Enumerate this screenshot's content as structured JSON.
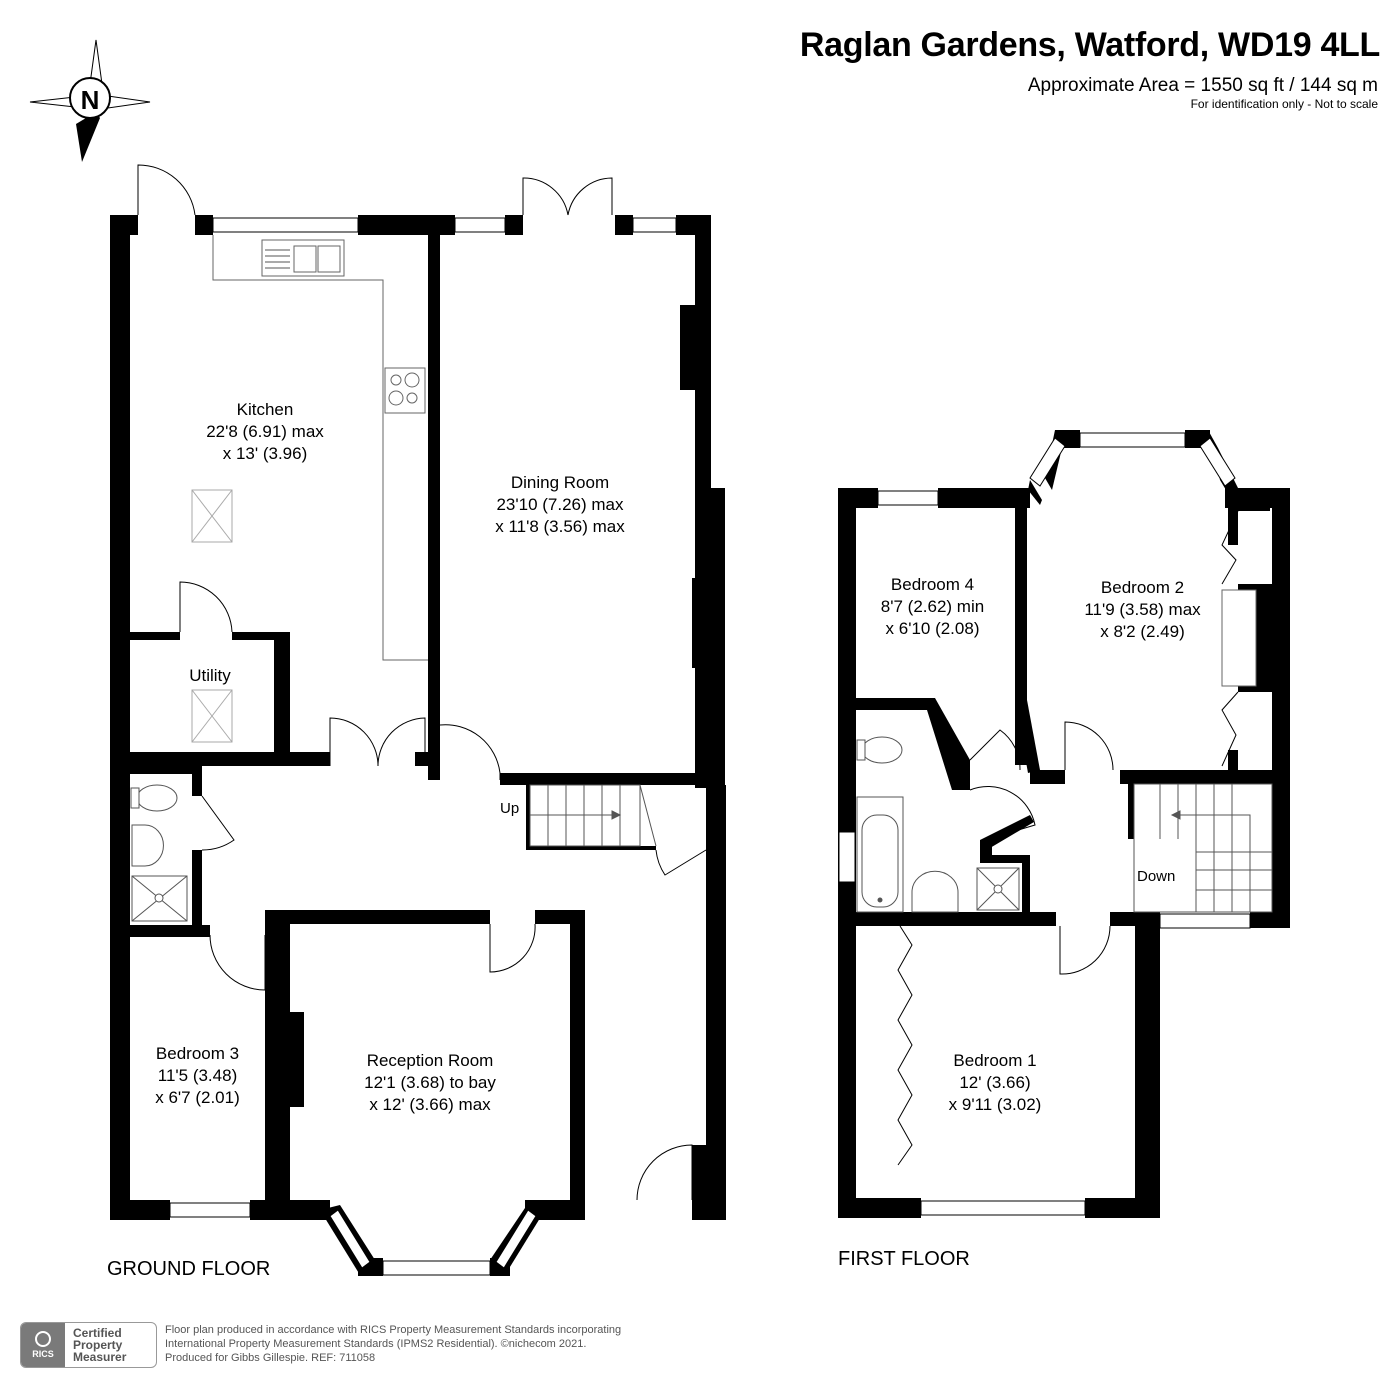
{
  "header": {
    "title": "Raglan Gardens, Watford, WD19 4LL",
    "area": "Approximate Area = 1550 sq ft / 144 sq m",
    "disclaimer": "For identification only - Not to scale"
  },
  "compass": {
    "label": "N",
    "icon": "compass-north-icon"
  },
  "ground_floor": {
    "label": "GROUND FLOOR",
    "rooms": {
      "kitchen": {
        "name": "Kitchen",
        "dim1": "22'8 (6.91) max",
        "dim2": "x 13' (3.96)"
      },
      "dining": {
        "name": "Dining Room",
        "dim1": "23'10 (7.26) max",
        "dim2": "x 11'8 (3.56) max"
      },
      "utility": {
        "name": "Utility"
      },
      "bedroom3": {
        "name": "Bedroom 3",
        "dim1": "11'5 (3.48)",
        "dim2": "x 6'7 (2.01)"
      },
      "reception": {
        "name": "Reception Room",
        "dim1": "12'1 (3.68) to bay",
        "dim2": "x 12' (3.66) max"
      }
    },
    "stairs_label": "Up"
  },
  "first_floor": {
    "label": "FIRST FLOOR",
    "rooms": {
      "bedroom4": {
        "name": "Bedroom 4",
        "dim1": "8'7 (2.62) min",
        "dim2": "x 6'10 (2.08)"
      },
      "bedroom2": {
        "name": "Bedroom 2",
        "dim1": "11'9 (3.58) max",
        "dim2": "x 8'2 (2.49)"
      },
      "bedroom1": {
        "name": "Bedroom 1",
        "dim1": "12' (3.66)",
        "dim2": "x 9'11 (3.02)"
      }
    },
    "stairs_label": "Down"
  },
  "footer": {
    "line1": "Floor plan produced in accordance with RICS Property Measurement Standards incorporating",
    "line2": "International Property Measurement Standards (IPMS2 Residential).   ©nichecom 2021.",
    "line3": "Produced for Gibbs Gillespie.   REF: 711058",
    "badge": {
      "logo": "RICS",
      "line1": "Certified",
      "line2": "Property",
      "line3": "Measurer"
    }
  },
  "colors": {
    "wall": "#000000",
    "window": "#ffffff",
    "fixture": "#555555"
  }
}
